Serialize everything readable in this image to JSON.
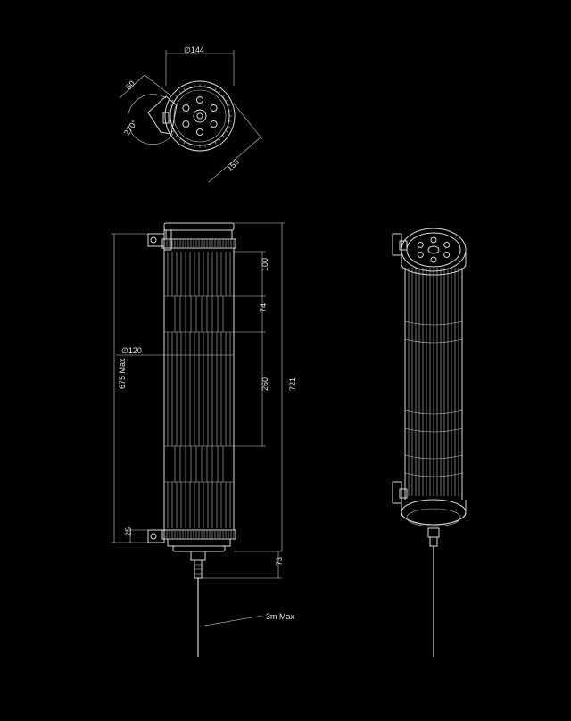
{
  "top_view": {
    "diameter_label": "∅144",
    "width_label": "158",
    "bracket_label": "60",
    "rotation_label": "270°"
  },
  "front_view": {
    "dim_100": "100",
    "dim_74": "74",
    "dim_260": "260",
    "dim_721": "721",
    "dim_675": "675 Max",
    "dim_25": "25",
    "dim_73": "73",
    "diameter_label": "∅120",
    "cable_label": "3m Max"
  },
  "colors": {
    "background": "#000000",
    "line": "#d9d9d9"
  }
}
